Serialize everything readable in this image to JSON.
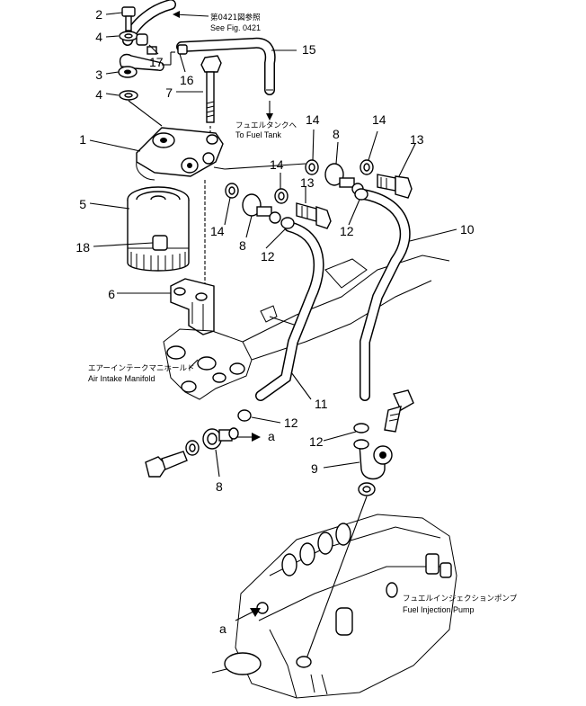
{
  "callouts": [
    "1",
    "2",
    "3",
    "4",
    "4",
    "5",
    "6",
    "7",
    "8",
    "8",
    "8",
    "9",
    "10",
    "11",
    "12",
    "12",
    "12",
    "12",
    "13",
    "13",
    "14",
    "14",
    "14",
    "14",
    "15",
    "16",
    "17",
    "18"
  ],
  "notes": {
    "see_fig_jp": "第0421図参照",
    "see_fig_en": "See Fig. 0421",
    "fuel_tank_jp": "フュエルタンクへ",
    "fuel_tank_en": "To Fuel Tank",
    "air_intake_jp": "エアーインテークマニホールド",
    "air_intake_en": "Air Intake Manifold",
    "injection_pump_jp": "フュエルインジェクションポンプ",
    "injection_pump_en": "Fuel Injection Pump",
    "ref_a": "a"
  }
}
